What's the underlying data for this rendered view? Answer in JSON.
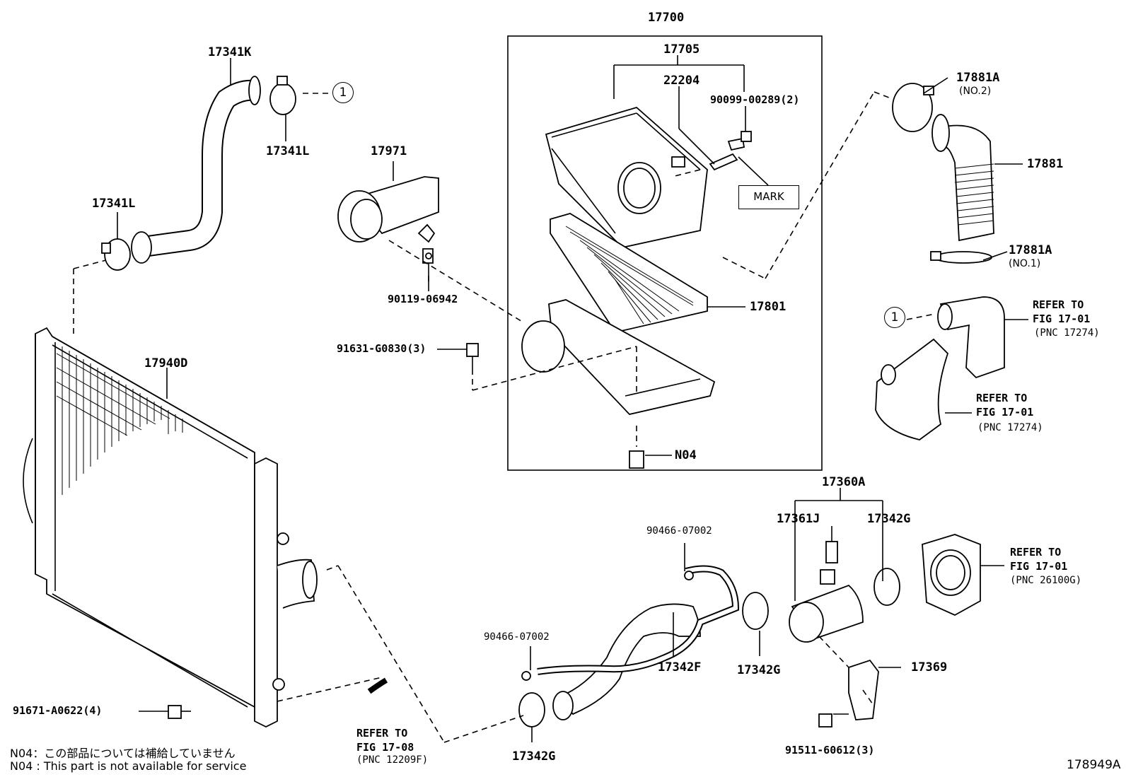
{
  "parts": {
    "p17700": "17700",
    "p17705": "17705",
    "p22204": "22204",
    "p90099": "90099-00289(2)",
    "p17341K": "17341K",
    "p17341L_top": "17341L",
    "p17341L_left": "17341L",
    "p17971": "17971",
    "p90119": "90119-06942",
    "p91631": "91631-G0830(3)",
    "p17940D": "17940D",
    "p17801": "17801",
    "pN04": "N04",
    "p17881A_no2": "17881A",
    "no2": "(NO.2)",
    "p17881": "17881",
    "p17881A_no1": "17881A",
    "no1": "(NO.1)",
    "p17360A": "17360A",
    "p17361J": "17361J",
    "p17342G_top": "17342G",
    "p90466_top": "90466-07002",
    "p90466_left": "90466-07002",
    "p17342F": "17342F",
    "p17342G_mid": "17342G",
    "p17342G_bot": "17342G",
    "p17369": "17369",
    "p91511": "91511-60612(3)",
    "p91671": "91671-A0622(4)"
  },
  "mark_label": "MARK",
  "circle_ref": "1",
  "refers": {
    "r1": [
      "REFER TO",
      "FIG 17-01",
      "(PNC 17274)"
    ],
    "r2": [
      "REFER TO",
      "FIG 17-01",
      "(PNC 17274)"
    ],
    "r3": [
      "REFER TO",
      "FIG 17-01",
      "(PNC 26100G)"
    ],
    "r4": [
      "REFER TO",
      "FIG 17-08",
      "(PNC 12209F)"
    ]
  },
  "notes": {
    "jp": "N04：この部品については補給していません",
    "en": "N04 : This part is not available for service"
  },
  "figure_id": "178949A"
}
